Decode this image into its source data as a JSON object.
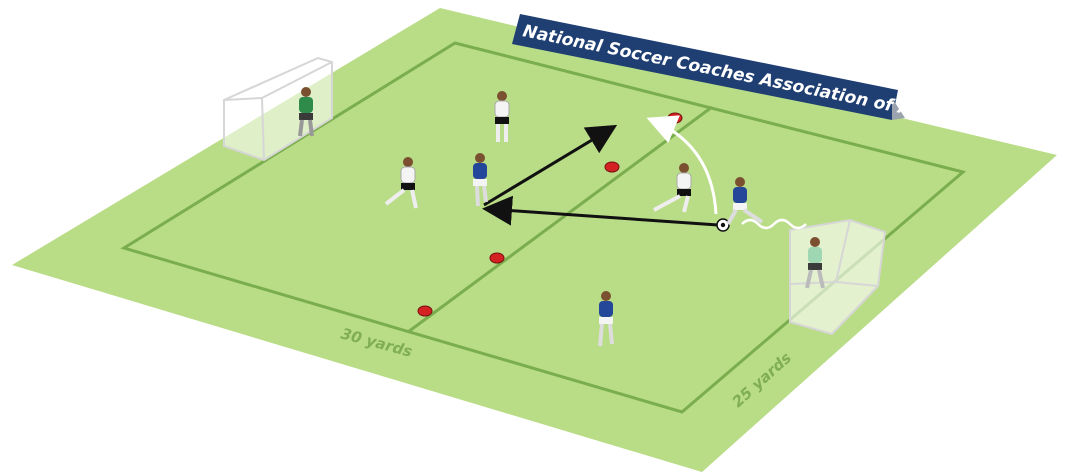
{
  "banner": {
    "text": "National Soccer Coaches Association of America"
  },
  "dimensions": {
    "length": "30 yards",
    "width": "25 yards"
  },
  "colors": {
    "grass": "#b9dc86",
    "grass_edge": "#9fc86a",
    "lines": "#7aad4d",
    "banner": "#1f3f73",
    "blue_team": "#24479a",
    "white_team": "#f4f4f4",
    "keeper_green": "#2e8b4a",
    "keeper_mint": "#9fd7b2",
    "cone": "#d42222",
    "arrow": "#111111",
    "curve": "#ffffff"
  },
  "players": {
    "keeper_left": "goalkeeper",
    "keeper_right": "goalkeeper",
    "white_1": "white player",
    "white_2": "white player",
    "white_3": "white player",
    "blue_1": "blue player",
    "blue_2": "blue player with ball",
    "blue_3": "blue player"
  }
}
